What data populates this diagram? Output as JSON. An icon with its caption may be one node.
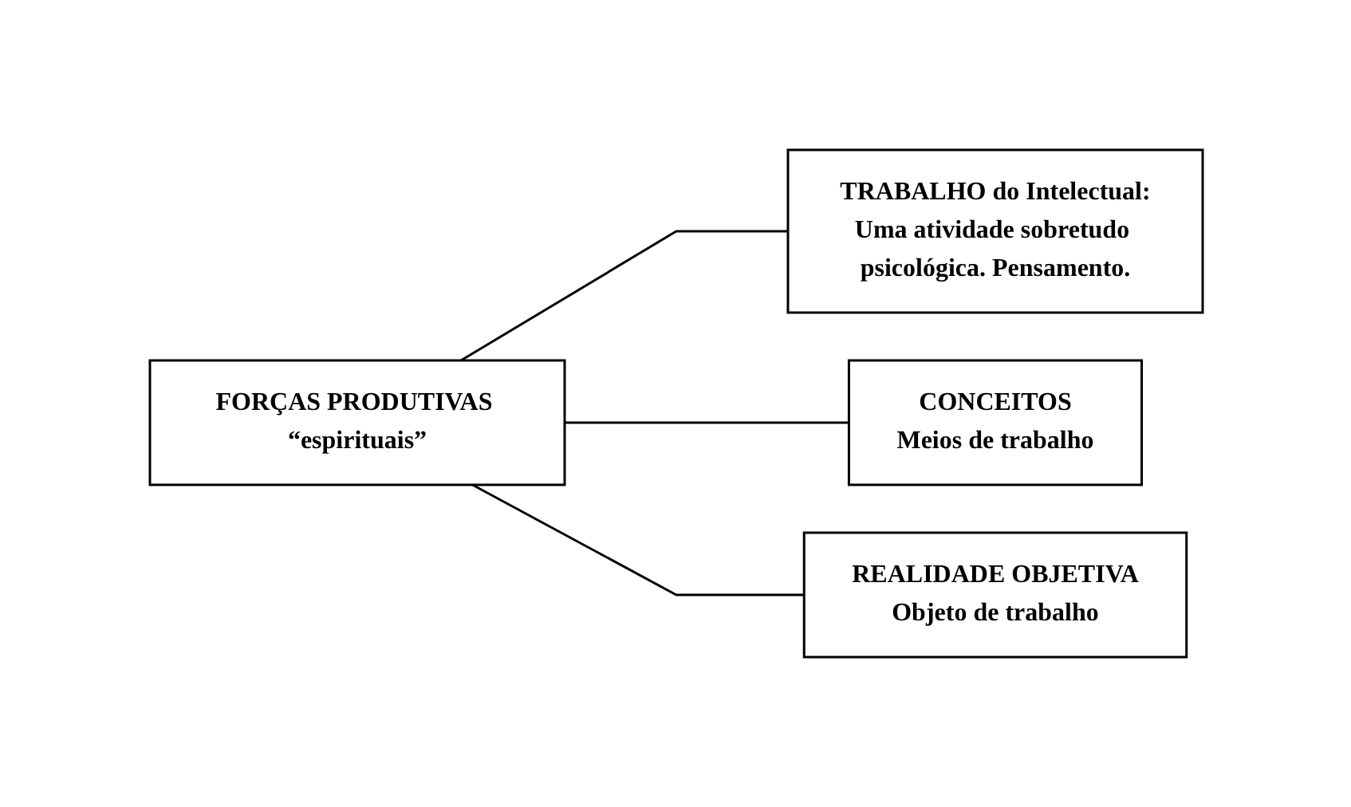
{
  "diagram": {
    "nodes": [
      {
        "text": [
          "FORÇAS PRODUTIVAS “espirituais”"
        ]
      },
      {
        "text": [
          "TRABALHO do Intelectual:",
          "Uma atividade sobretudo psicológica. Pensamento."
        ]
      },
      {
        "text": [
          "CONCEITOS",
          "Meios de trabalho"
        ]
      },
      {
        "text": [
          "REALIDADE OBJETIVA",
          "Objeto de trabalho"
        ]
      }
    ],
    "edges": [
      {
        "from": 0,
        "to": 1,
        "arrow": "none"
      },
      {
        "from": 0,
        "to": 2,
        "arrow": "none"
      },
      {
        "from": 0,
        "to": 3,
        "arrow": "none"
      }
    ]
  }
}
